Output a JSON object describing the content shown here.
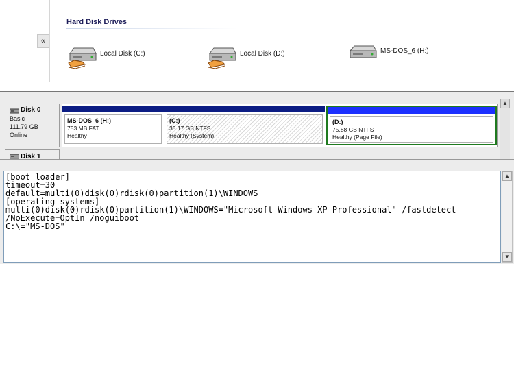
{
  "explorer": {
    "group_title": "Hard Disk Drives",
    "collapse_glyph": "«",
    "drives": [
      {
        "label": "Local Disk (C:)",
        "icon": "hard-drive-with-hand-icon"
      },
      {
        "label": "Local Disk (D:)",
        "icon": "hard-drive-with-hand-icon"
      },
      {
        "label": "MS-DOS_6 (H:)",
        "icon": "hard-drive-icon"
      }
    ]
  },
  "disk_management": {
    "disk0": {
      "name": "Disk 0",
      "type": "Basic",
      "size": "111.79 GB",
      "status": "Online"
    },
    "volumes": [
      {
        "name": "MS-DOS_6  (H:)",
        "size": "753 MB FAT",
        "status": "Healthy"
      },
      {
        "name": "(C:)",
        "size": "35.17 GB NTFS",
        "status": "Healthy (System)"
      },
      {
        "name": "(D:)",
        "size": "75.88 GB NTFS",
        "status": "Healthy (Page File)"
      }
    ],
    "disk1": {
      "name": "Disk 1"
    }
  },
  "notepad": {
    "lines": [
      "[boot loader]",
      "timeout=30",
      "default=multi(0)disk(0)rdisk(0)partition(1)\\WINDOWS",
      "[operating systems]",
      "multi(0)disk(0)rdisk(0)partition(1)\\WINDOWS=\"Microsoft Windows XP Professional\" /fastdetect",
      "/NoExecute=OptIn /noguiboot",
      "C:\\=\"MS-DOS\""
    ]
  },
  "colors": {
    "volume_bar": "#0c1d84",
    "selected_bar": "#1c30ff",
    "selected_border": "#1f7a1f"
  }
}
